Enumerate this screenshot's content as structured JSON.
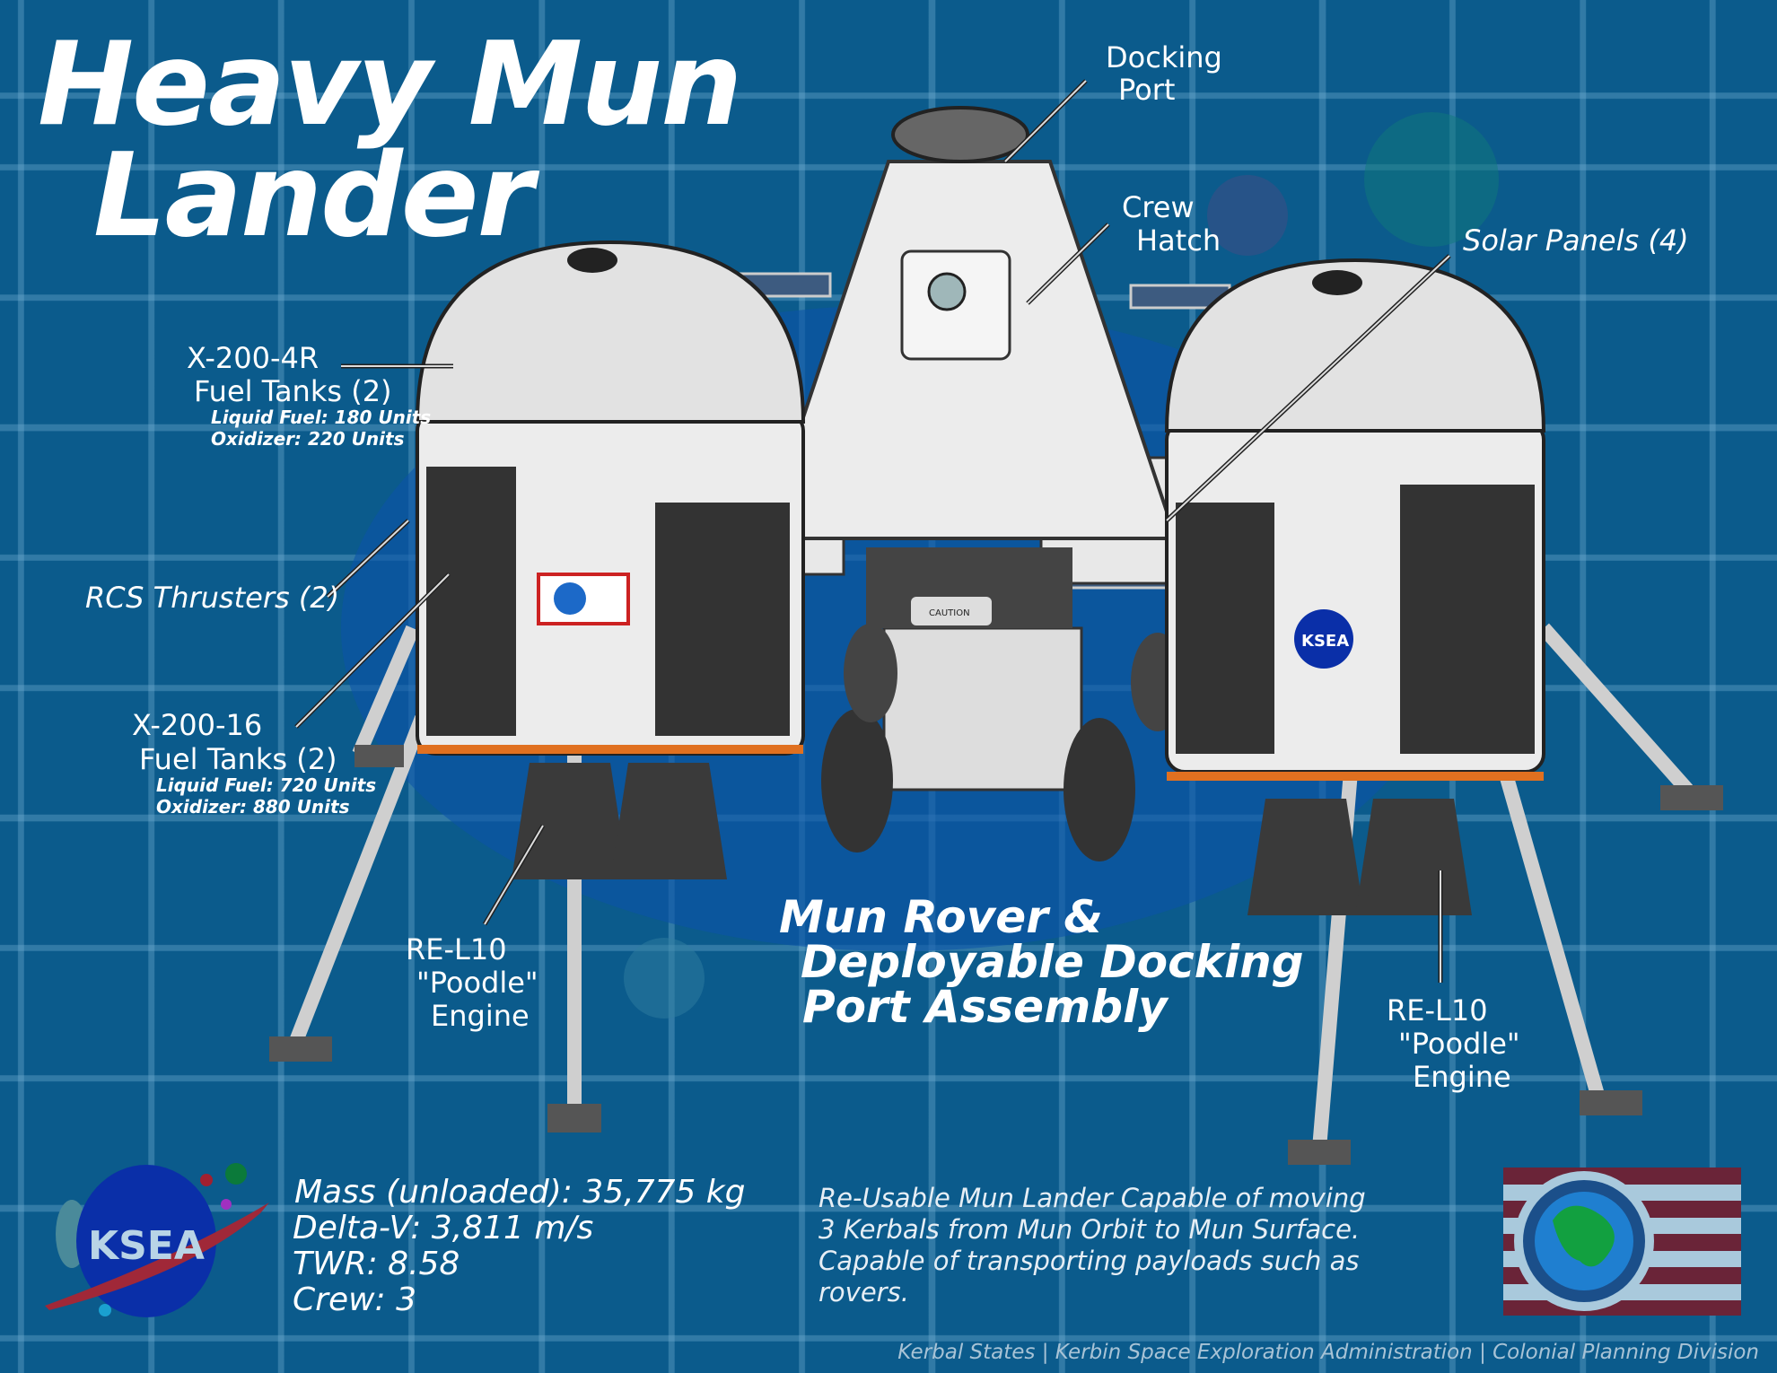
{
  "title": {
    "line1": "Heavy Mun",
    "line2": "Lander"
  },
  "labels": {
    "docking_port": [
      "Docking",
      "Port"
    ],
    "crew_hatch": [
      "Crew",
      "Hatch"
    ],
    "solar_panels": "Solar Panels (4)",
    "tank_4r": {
      "name": "X-200-4R",
      "sub": "Fuel Tanks (2)",
      "fuel": "Liquid Fuel: 180 Units",
      "ox": "Oxidizer: 220 Units"
    },
    "rcs": "RCS Thrusters (2)",
    "tank_16": {
      "name": "X-200-16",
      "sub": "Fuel Tanks (2)",
      "fuel": "Liquid Fuel: 720 Units",
      "ox": "Oxidizer: 880 Units"
    },
    "engine_left": [
      "RE-L10",
      "\"Poodle\"",
      "Engine"
    ],
    "engine_right": [
      "RE-L10",
      "\"Poodle\"",
      "Engine"
    ],
    "rover": [
      "Mun Rover &",
      "Deployable Docking",
      "Port Assembly"
    ],
    "tank_emblem": "KSEA",
    "caution": "CAUTION"
  },
  "stats": [
    "Mass (unloaded): 35,775 kg",
    "Delta-V: 3,811 m/s",
    "TWR: 8.58",
    "Crew: 3"
  ],
  "description": [
    "Re-Usable Mun Lander Capable of moving",
    "3 Kerbals from Mun Orbit to Mun Surface.",
    "Capable of transporting payloads such as",
    "rovers."
  ],
  "logo": "KSEA",
  "footer": "Kerbal States | Kerbin Space Exploration Administration | Colonial Planning Division",
  "colors": {
    "background": "#0b5b8c",
    "logo_blue": "#0a2fa8",
    "flag_red": "#6a2438",
    "flag_light": "#a9c9dc"
  }
}
